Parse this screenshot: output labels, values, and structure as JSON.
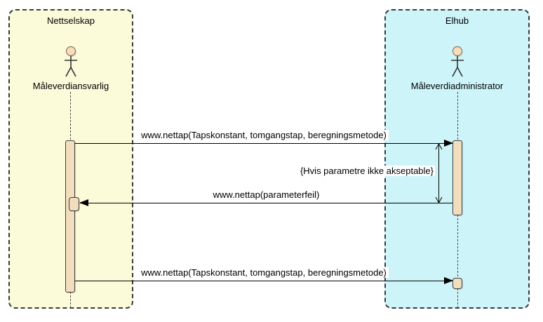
{
  "diagram": {
    "type": "uml-sequence",
    "left_boundary": {
      "title": "Nettselskap",
      "actor": "Måleverdiansvarlig"
    },
    "right_boundary": {
      "title": "Elhub",
      "actor": "Måleverdiadministrator"
    },
    "messages": [
      {
        "label": "www.nettap(Tapskonstant, tomgangstap, beregningsmetode)",
        "from": "Måleverdiansvarlig",
        "to": "Måleverdiadministrator",
        "direction": "right"
      },
      {
        "label": "www.nettap(parameterfeil)",
        "from": "Måleverdiadministrator",
        "to": "Måleverdiansvarlig",
        "direction": "left"
      },
      {
        "label": "www.nettap(Tapskonstant, tomgangstap, beregningsmetode)",
        "from": "Måleverdiansvarlig",
        "to": "Måleverdiadministrator",
        "direction": "right"
      }
    ],
    "condition": "{Hvis parametre ikke akseptable}",
    "colors": {
      "left-fill": "#FBFAD9",
      "right-fill": "#CDF4F8",
      "activation-fill": "#F2DEBD",
      "actor-head-fill": "#F9DCBA",
      "line": "#000000"
    }
  }
}
